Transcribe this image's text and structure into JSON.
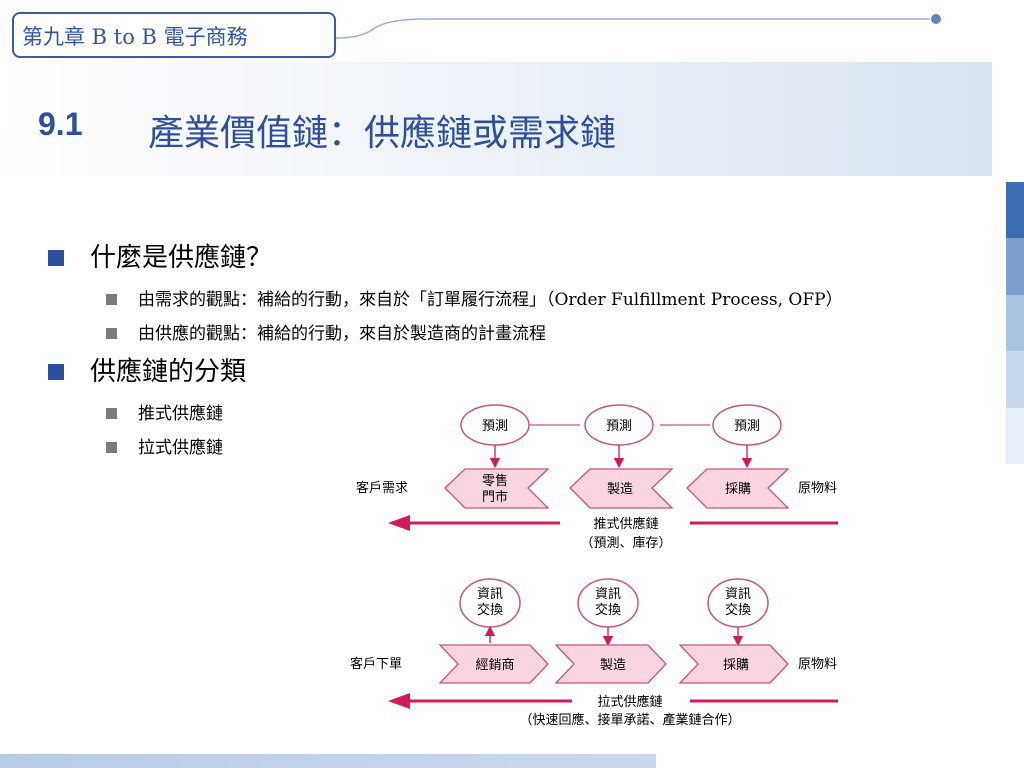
{
  "header": {
    "chapter": "第九章  B to B 電子商務",
    "section_number": "9.1",
    "title": "產業價值鏈：供應鏈或需求鏈"
  },
  "bullets": [
    {
      "text": "什麼是供應鏈？",
      "sub": [
        "由需求的觀點：補給的行動，來自於「訂單履行流程」（Order Fulfillment Process, OFP）",
        "由供應的觀點：補給的行動，來自於製造商的計畫流程"
      ]
    },
    {
      "text": "供應鏈的分類",
      "sub": [
        "推式供應鏈",
        "拉式供應鏈"
      ]
    }
  ],
  "diagram": {
    "push": {
      "left_label": "客戶需求",
      "right_label": "原物料",
      "top_nodes": [
        "預測",
        "預測",
        "預測"
      ],
      "stages": [
        [
          "零售",
          "門市"
        ],
        [
          "製造"
        ],
        [
          "採購"
        ]
      ],
      "caption_1": "推式供應鏈",
      "caption_2": "（預測、庫存）"
    },
    "pull": {
      "left_label": "客戶下單",
      "right_label": "原物料",
      "top_nodes": [
        [
          "資訊",
          "交換"
        ],
        [
          "資訊",
          "交換"
        ],
        [
          "資訊",
          "交換"
        ]
      ],
      "stages": [
        "經銷商",
        "製造",
        "採購"
      ],
      "caption_1": "拉式供應鏈",
      "caption_2": "（快速回應、接單承諾、產業鏈合作）"
    }
  },
  "colors": {
    "accent": "#2e4f9d",
    "chevron_fill": "#fad4df",
    "chevron_stroke": "#cc5577",
    "arrow": "#d01a5c",
    "strip": [
      "#3d6cb0",
      "#7a9fd0",
      "#aac3e3",
      "#c8d9ee",
      "#e6eef8"
    ]
  }
}
